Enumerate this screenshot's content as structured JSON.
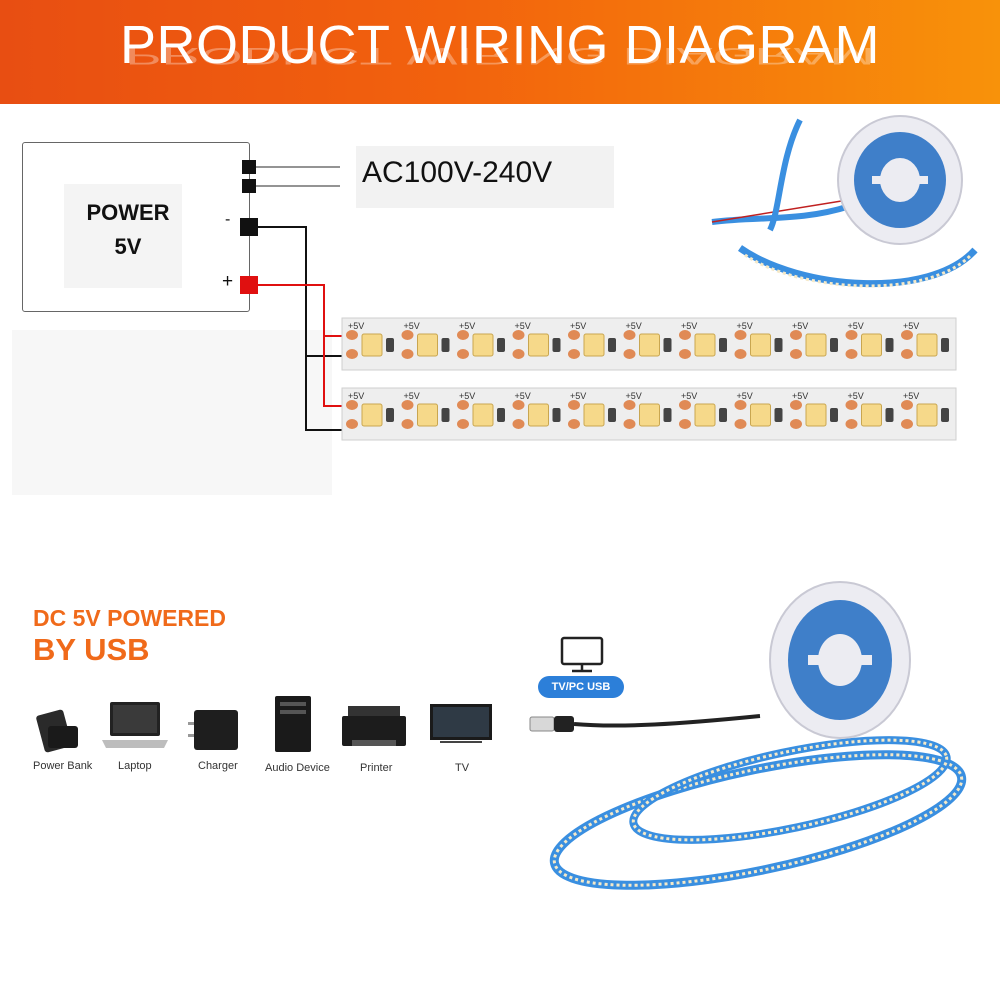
{
  "header": {
    "title": "PRODUCT WIRING DIAGRAM"
  },
  "power_supply": {
    "label_line1": "POWER",
    "label_line2": "5V",
    "minus": "-",
    "plus": "+"
  },
  "ac_input": {
    "label": "AC100V-240V"
  },
  "strip": {
    "pad_label": "+5V"
  },
  "usb": {
    "heading_line1": "DC 5V POWERED",
    "heading_line2": "BY USB",
    "source_badge": "TV/PC USB"
  },
  "devices": [
    {
      "label": "Power Bank",
      "icon": "power-bank-icon"
    },
    {
      "label": "Laptop",
      "icon": "laptop-icon"
    },
    {
      "label": "Charger",
      "icon": "charger-icon"
    },
    {
      "label": "Audio Device",
      "icon": "audio-device-icon"
    },
    {
      "label": "Printer",
      "icon": "printer-icon"
    },
    {
      "label": "TV",
      "icon": "tv-icon"
    }
  ],
  "colors": {
    "banner_start": "#e84e12",
    "banner_end": "#f8920a",
    "accent_orange": "#f06a1a",
    "wire_red": "#e01010",
    "wire_black": "#111111",
    "badge_blue": "#2c7fd9"
  }
}
